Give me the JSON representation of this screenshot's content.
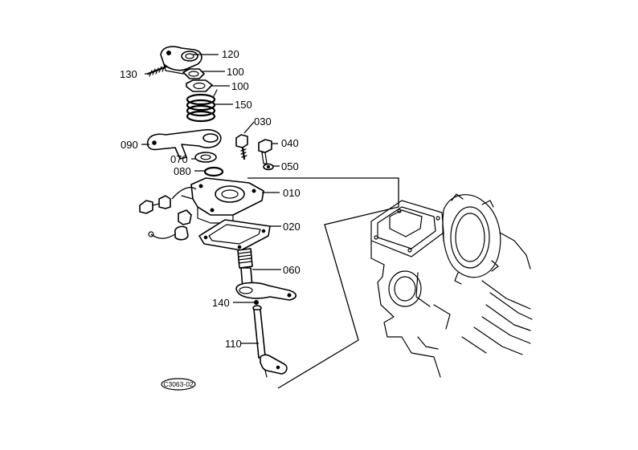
{
  "callouts": {
    "c120": "120",
    "c130": "130",
    "c100a": "100",
    "c100b": "100",
    "c150": "150",
    "c030": "030",
    "c090": "090",
    "c040": "040",
    "c070": "070",
    "c080": "080",
    "c050": "050",
    "c010": "010",
    "c020": "020",
    "c060": "060",
    "c140": "140",
    "c110": "110"
  },
  "diagram_ref": "C3063-02"
}
